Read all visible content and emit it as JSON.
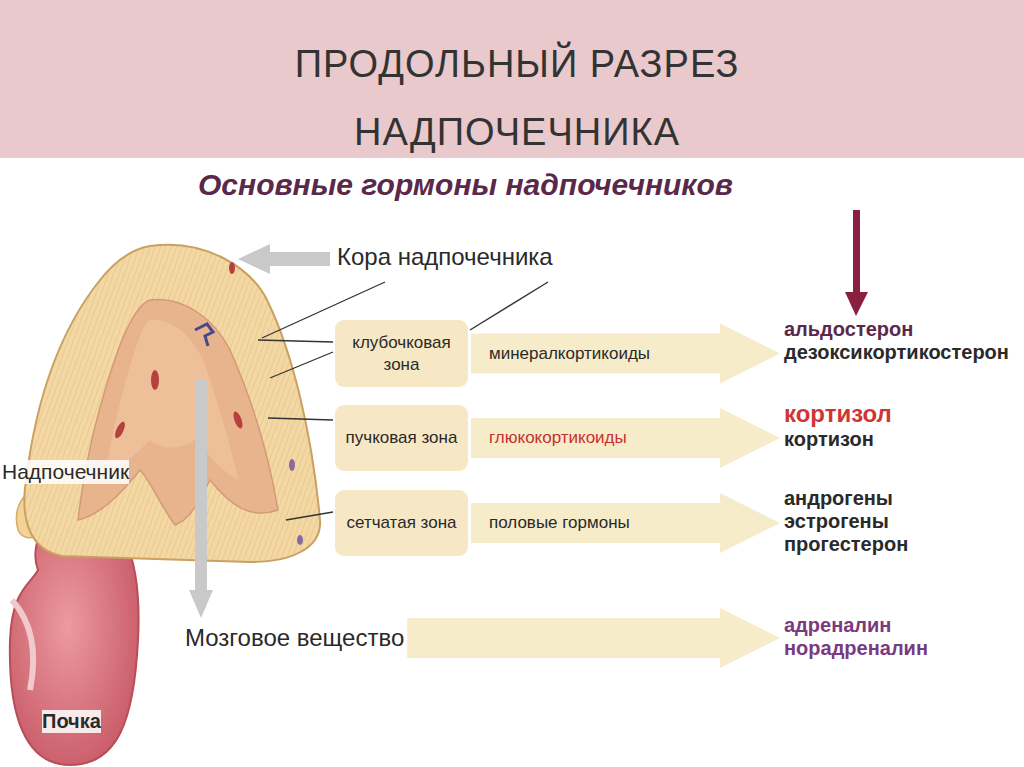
{
  "diagram": {
    "title": "ПРОДОЛЬНЫЙ РАЗРЕЗ НАДПОЧЕЧНИКА",
    "nodes": [
      {
        "text": [
          "клубочковая зона"
        ]
      },
      {
        "text": [
          "альдостерон",
          "дезоксикортикостерон"
        ]
      },
      {
        "text": [
          "пучковая зона"
        ]
      },
      {
        "text": [
          "кортизол",
          "кортизон"
        ]
      },
      {
        "text": [
          "сетчатая зона"
        ]
      },
      {
        "text": [
          "андрогены",
          "эстрогены",
          "прогестерон"
        ]
      },
      {
        "text": [
          "Мозговое вещество"
        ]
      },
      {
        "text": [
          "адреналин",
          "норадреналин"
        ]
      }
    ],
    "edges": [
      {
        "from": 0,
        "to": 1,
        "label": "минералкортикоиды",
        "arrow": "to"
      },
      {
        "from": 2,
        "to": 3,
        "label": "глюкокортикоиды",
        "arrow": "to"
      },
      {
        "from": 4,
        "to": 5,
        "label": "половые гормоны",
        "arrow": "to"
      },
      {
        "from": 6,
        "to": 7,
        "arrow": "to"
      }
    ],
    "labels": [
      "Основные гормоны надпочечников",
      "Кора надпочечника",
      "Надпочечник",
      "Почка"
    ]
  }
}
